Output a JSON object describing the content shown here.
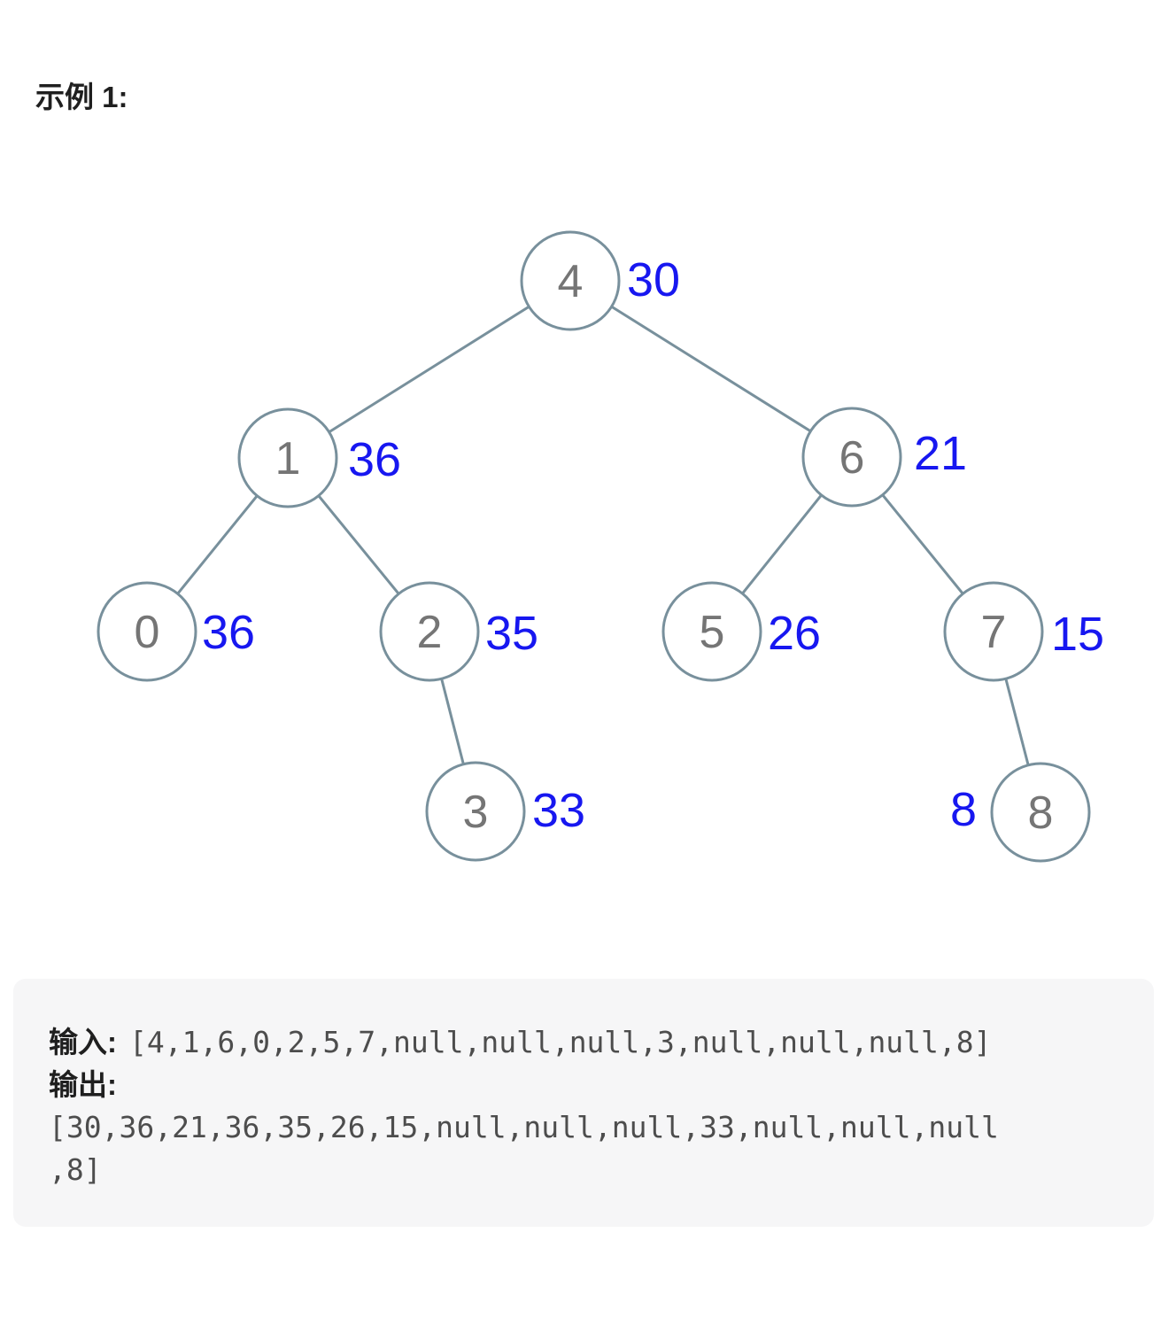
{
  "example_title": "示例 1:",
  "colors": {
    "node_stroke": "#78909c",
    "node_value_gray": "#757575",
    "label_blue": "#1717f0",
    "box_background": "#f6f6f7",
    "code_text": "#4d4d4d",
    "heading_text": "#1f1f1f"
  },
  "tree": {
    "description": "binary search tree with original node values (gray, inside circles) and converted greater-sum values (blue, beside circles)",
    "nodes": [
      {
        "value": "4",
        "new_value": "30",
        "label_side": "right"
      },
      {
        "value": "1",
        "new_value": "36",
        "label_side": "right"
      },
      {
        "value": "6",
        "new_value": "21",
        "label_side": "right"
      },
      {
        "value": "0",
        "new_value": "36",
        "label_side": "right"
      },
      {
        "value": "2",
        "new_value": "35",
        "label_side": "right"
      },
      {
        "value": "5",
        "new_value": "26",
        "label_side": "right"
      },
      {
        "value": "7",
        "new_value": "15",
        "label_side": "right"
      },
      {
        "value": "3",
        "new_value": "33",
        "label_side": "right"
      },
      {
        "value": "8",
        "new_value": "8",
        "label_side": "left"
      }
    ],
    "edges": [
      {
        "from": "4",
        "to": "1"
      },
      {
        "from": "4",
        "to": "6"
      },
      {
        "from": "1",
        "to": "0"
      },
      {
        "from": "1",
        "to": "2"
      },
      {
        "from": "2",
        "to": "3"
      },
      {
        "from": "6",
        "to": "5"
      },
      {
        "from": "6",
        "to": "7"
      },
      {
        "from": "7",
        "to": "8"
      }
    ]
  },
  "example_io": {
    "input_label": "输入:",
    "input_value": "[4,1,6,0,2,5,7,null,null,null,3,null,null,null,8]",
    "output_label": "输出:",
    "output_lines": [
      "[30,36,21,36,35,26,15,null,null,null,33,null,null,null",
      ",8]"
    ]
  }
}
